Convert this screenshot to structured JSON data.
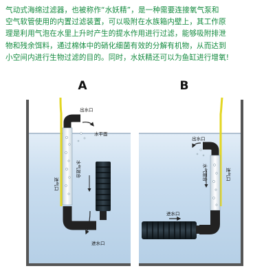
{
  "intro": {
    "lines": [
      "气动式海绵过滤器，也被称作“水妖精”，是一种需要连接氧气泵和",
      "空气软管使用的内置过滤装置，可以吸附在水族箱内壁上，其工作原",
      "理是利用气泡在水里上升时产生的提水作用进行过滤，能够吸附排泄",
      "物和残余饵料，通过棉体中的硝化细菌有效的分解有机物，从而达到",
      "小空间内进行生物过滤的目的。同时，水妖精还可以为鱼缸进行增氧!"
    ]
  },
  "diagram": {
    "panel_a": "A",
    "panel_b": "B",
    "water_surface": "水平面",
    "a_outlet": "出水口",
    "a_air_inlet": "进气口",
    "a_mix": "水气混合",
    "a_inlet": "进水口",
    "b_outlet": "出水口",
    "b_air_inlet": "进气口",
    "b_mix": "水气混合",
    "b_inlet": "进水口"
  },
  "colors": {
    "text_green": "#128a3e",
    "water": "#c3dbef",
    "water_top": "#e6f0f8",
    "tank_wall": "#555555",
    "air_hose": "#e3d622",
    "sponge": "#1d2a33",
    "pipe": "#222222",
    "tube": "#eef3f7"
  }
}
